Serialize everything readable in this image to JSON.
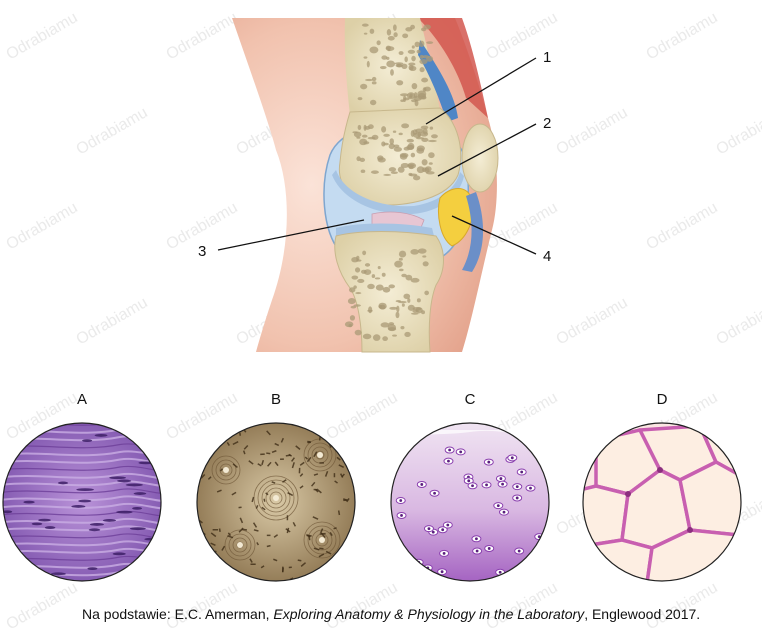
{
  "diagram": {
    "callouts": [
      {
        "id": "1",
        "label": "1"
      },
      {
        "id": "2",
        "label": "2"
      },
      {
        "id": "3",
        "label": "3"
      },
      {
        "id": "4",
        "label": "4"
      }
    ],
    "tissues": [
      {
        "id": "A",
        "label": "A",
        "kind": "dense-fibrous"
      },
      {
        "id": "B",
        "label": "B",
        "kind": "compact-bone"
      },
      {
        "id": "C",
        "label": "C",
        "kind": "hyaline-cartilage"
      },
      {
        "id": "D",
        "label": "D",
        "kind": "adipose"
      }
    ],
    "watermark": "Odrabiamu"
  },
  "source": {
    "prefix": "Na podstawie: E.C. Amerman, ",
    "title": "Exploring Anatomy & Physiology in the Laboratory",
    "suffix": ", Englewood 2017."
  },
  "colors": {
    "skin": "#f3c9b7",
    "skin_dark": "#e3a48f",
    "bone": "#ede5c8",
    "marrow": "#b8a886",
    "cavity": "#c3daf0",
    "fat_pad": "#f4cf3f",
    "ligament": "#e8c8d4",
    "tissue_purple": "#9b6cc4",
    "bone_section": "#b09a78"
  }
}
